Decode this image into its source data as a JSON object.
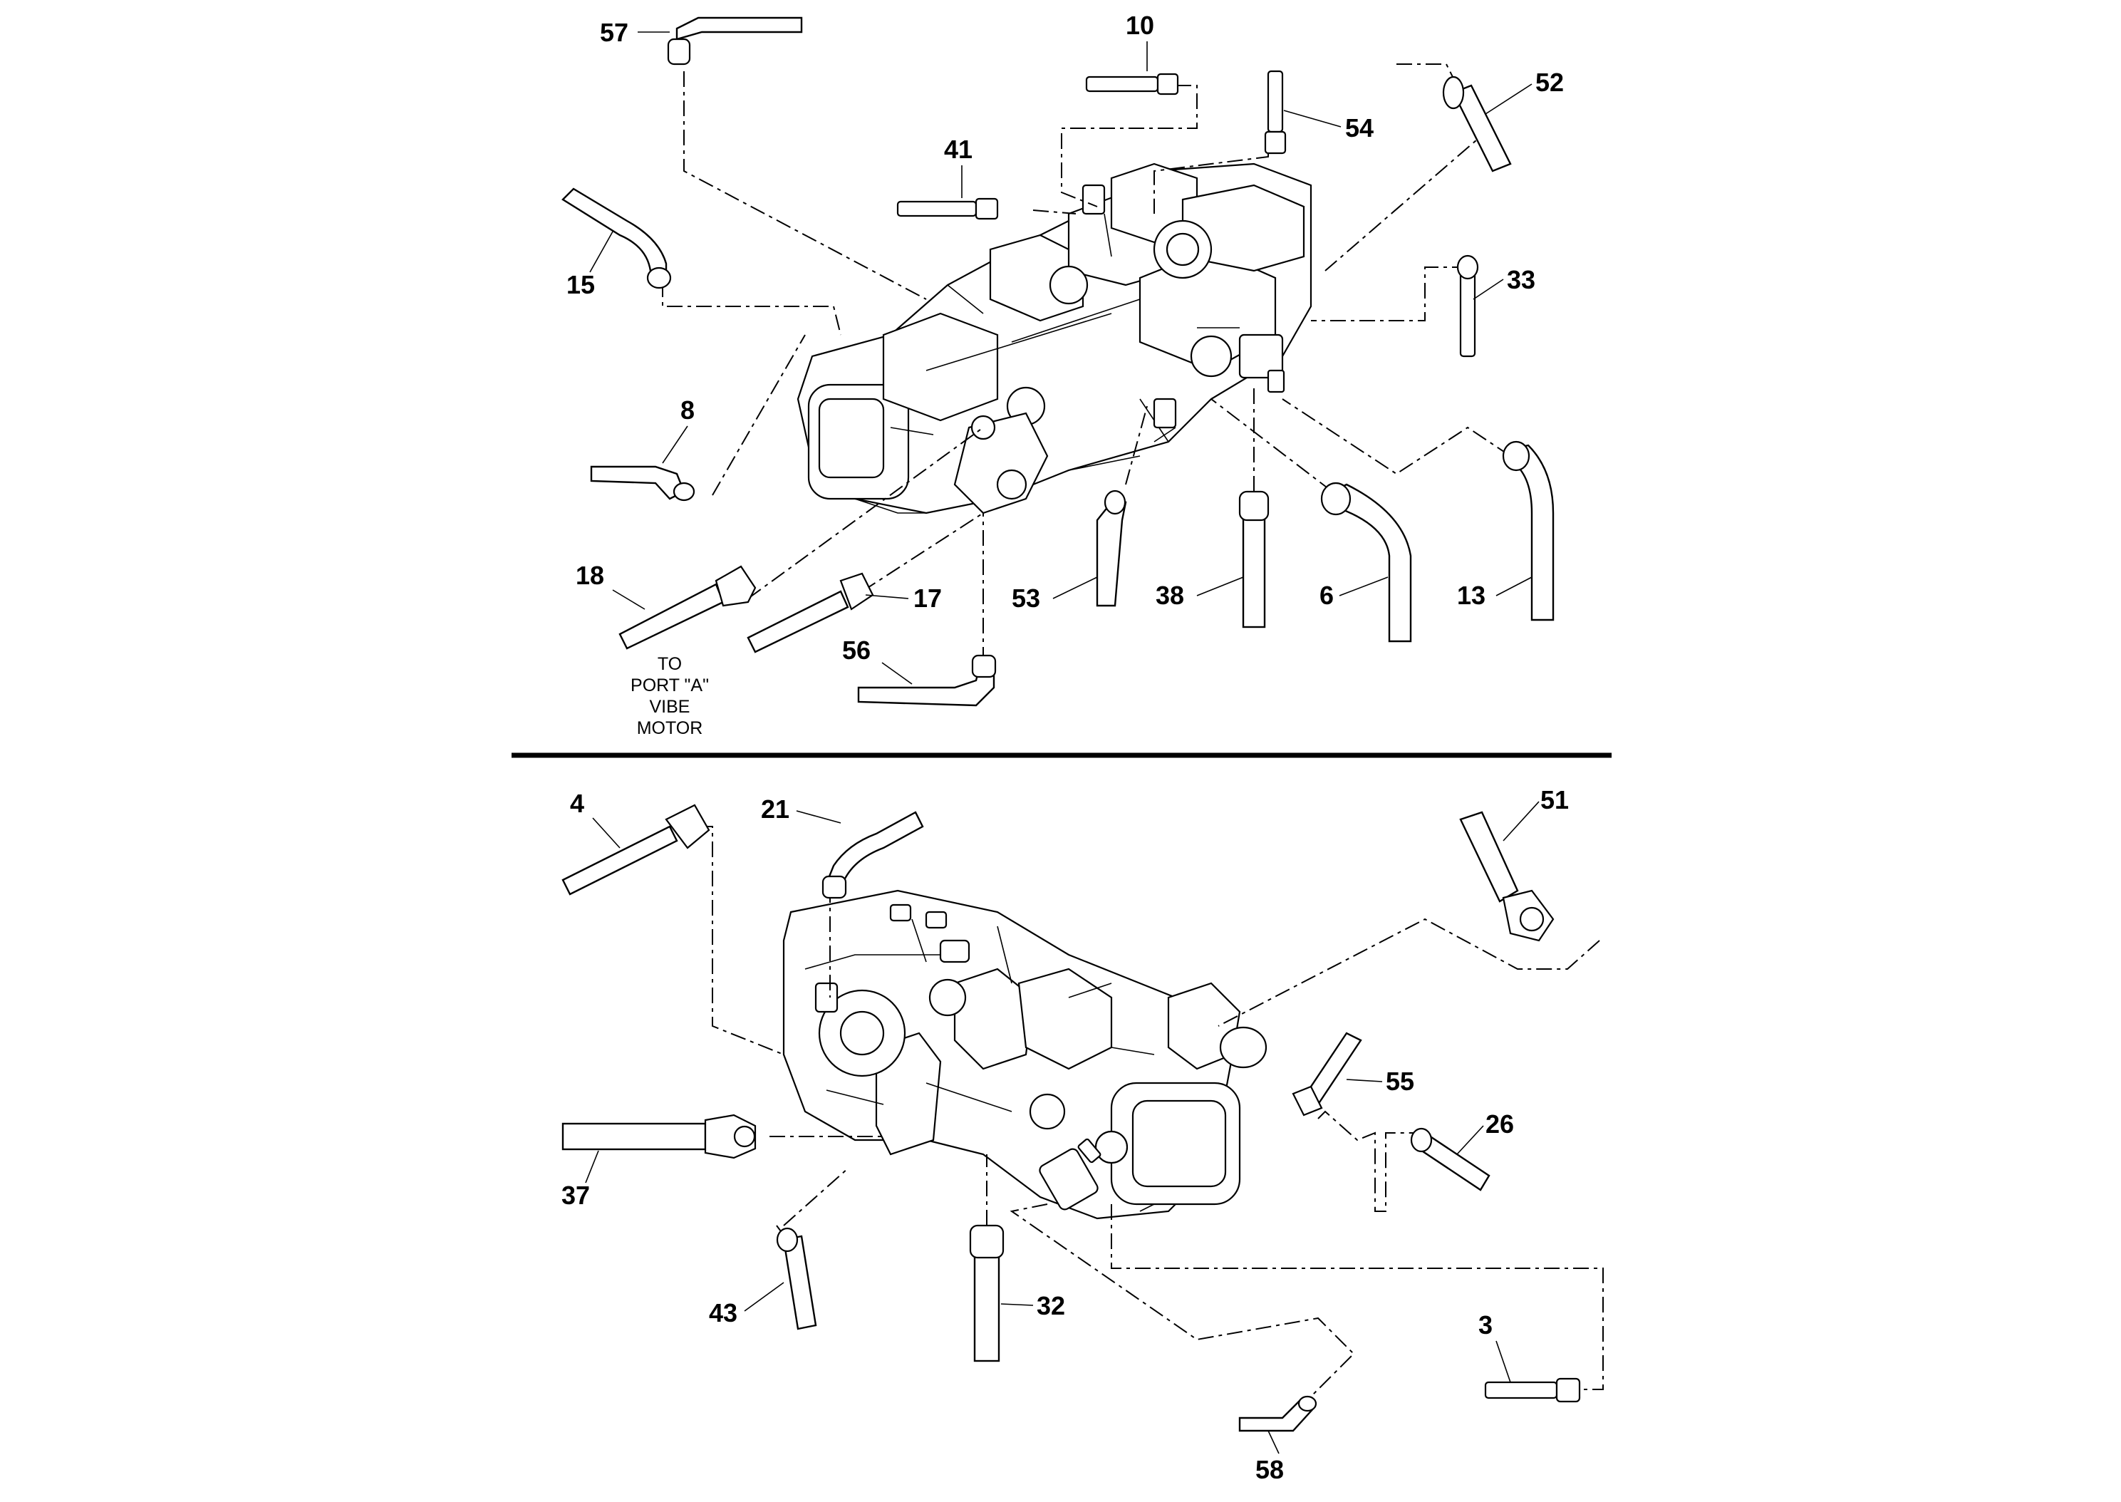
{
  "diagram": {
    "upper_view": {
      "callouts": [
        "57",
        "10",
        "52",
        "54",
        "41",
        "15",
        "33",
        "8",
        "18",
        "17",
        "56",
        "53",
        "38",
        "6",
        "13"
      ],
      "note_lines": [
        "TO",
        "PORT \"A\"",
        "VIBE",
        "MOTOR"
      ]
    },
    "lower_view": {
      "callouts": [
        "4",
        "21",
        "51",
        "55",
        "26",
        "37",
        "43",
        "32",
        "3",
        "58"
      ]
    }
  }
}
